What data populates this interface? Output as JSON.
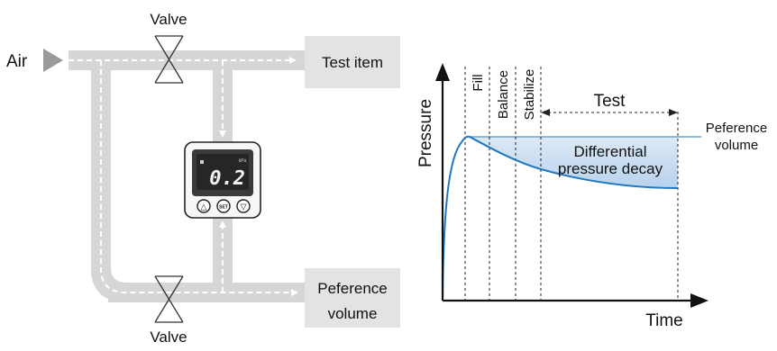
{
  "diagram": {
    "valve_top_label": "Valve",
    "valve_bottom_label": "Valve",
    "air_label": "Air",
    "test_item_label": "Test item",
    "reference_label_line1": "Peference",
    "reference_label_line2": "volume",
    "gauge": {
      "display_value": "0.2",
      "unit": "kPa",
      "buttons": [
        "△",
        "SET",
        "▽"
      ]
    }
  },
  "graph": {
    "y_axis_label": "Pressure",
    "x_axis_label": "Time",
    "phases": [
      "Fill",
      "Balance",
      "Stabilize"
    ],
    "test_label": "Test",
    "reference_curve_label_line1": "Peference",
    "reference_curve_label_line2": "volume",
    "decay_label_line1": "Differential",
    "decay_label_line2": "pressure decay"
  },
  "colors": {
    "pipe": "#d6d6d6",
    "box": "#e3e3e3",
    "curve": "#1f78c1",
    "reference_line": "#6ea3cf",
    "fill_top": "#dce9f6",
    "fill_bottom": "#b8d2ec"
  }
}
